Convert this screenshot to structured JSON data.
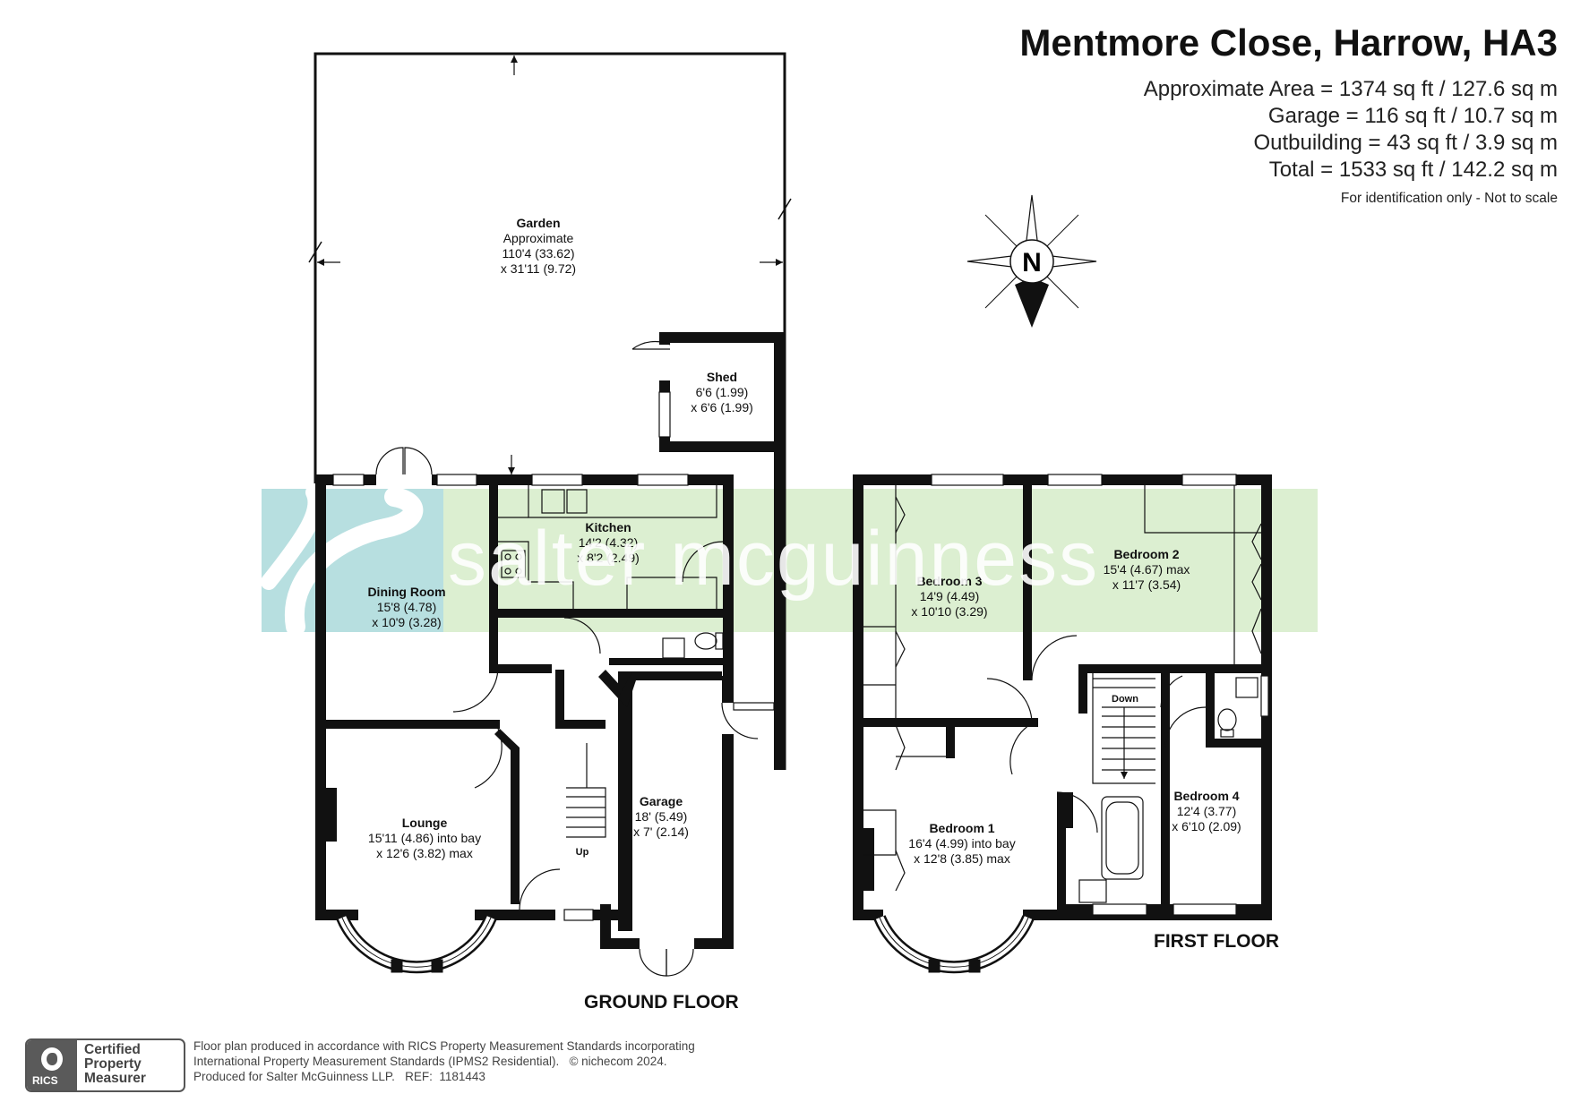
{
  "header": {
    "title": "Mentmore Close, Harrow, HA3",
    "areas": [
      "Approximate Area = 1374 sq ft / 127.6 sq m",
      "Garage = 116 sq ft / 10.7 sq m",
      "Outbuilding = 43 sq ft / 3.9 sq m",
      "Total = 1533 sq ft / 142.2 sq m"
    ],
    "note": "For identification only - Not to scale"
  },
  "compass": {
    "letter": "N"
  },
  "watermark": {
    "text": "salter mcguinness",
    "colors": {
      "teal": "#b7dfe0",
      "green": "#dcefd1"
    }
  },
  "ground_floor": {
    "label": "GROUND FLOOR",
    "rooms": {
      "garden": {
        "name": "Garden",
        "dims": [
          "Approximate",
          "110'4 (33.62)",
          "x 31'11 (9.72)"
        ]
      },
      "shed": {
        "name": "Shed",
        "dims": [
          "6'6 (1.99)",
          "x 6'6 (1.99)"
        ]
      },
      "kitchen": {
        "name": "Kitchen",
        "dims": [
          "14'2 (4.32)",
          "x 8'2 (2.49)"
        ]
      },
      "dining": {
        "name": "Dining Room",
        "dims": [
          "15'8 (4.78)",
          "x 10'9 (3.28)"
        ]
      },
      "lounge": {
        "name": "Lounge",
        "dims": [
          "15'11 (4.86) into bay",
          "x 12'6 (3.82) max"
        ]
      },
      "garage": {
        "name": "Garage",
        "dims": [
          "18' (5.49)",
          "x 7' (2.14)"
        ]
      }
    },
    "stairs_label": "Up"
  },
  "first_floor": {
    "label": "FIRST FLOOR",
    "rooms": {
      "bedroom3": {
        "name": "Bedroom 3",
        "dims": [
          "14'9 (4.49)",
          "x 10'10 (3.29)"
        ]
      },
      "bedroom2": {
        "name": "Bedroom 2",
        "dims": [
          "15'4 (4.67) max",
          "x 11'7 (3.54)"
        ]
      },
      "bedroom1": {
        "name": "Bedroom 1",
        "dims": [
          "16'4 (4.99) into bay",
          "x 12'8 (3.85) max"
        ]
      },
      "bedroom4": {
        "name": "Bedroom 4",
        "dims": [
          "12'4 (3.77)",
          "x 6'10 (2.09)"
        ]
      }
    },
    "stairs_label": "Down"
  },
  "footer": {
    "lines": [
      "Floor plan produced in accordance with RICS Property Measurement Standards incorporating",
      "International Property Measurement Standards (IPMS2 Residential).   © nichecom 2024.",
      "Produced for Salter McGuinness LLP.   REF:  1181443"
    ],
    "badge_brand": "RICS",
    "badge_text": "Certified\nProperty\nMeasurer"
  }
}
